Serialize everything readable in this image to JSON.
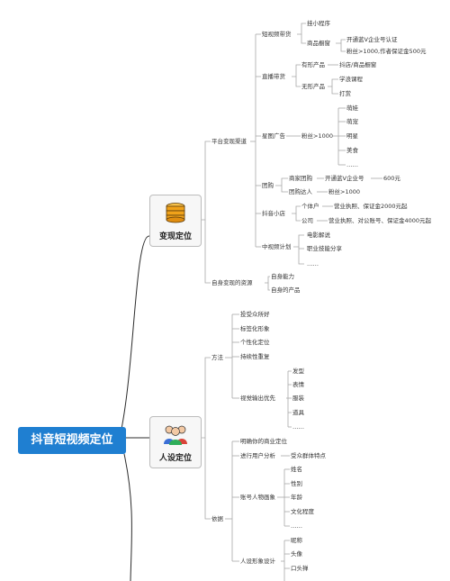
{
  "root": {
    "label": "抖音短视频定位"
  },
  "monetization": {
    "label": "变现定位",
    "icon": "coin-stack-icon",
    "channels": {
      "label": "平台变现渠道",
      "short_video": {
        "label": "短视频带货",
        "mini_program": "挂小程序",
        "showcase": "商品橱窗",
        "showcase_req1": "开通蓝V企业号认证",
        "showcase_req2": "粉丝>1000,作者保证金500元"
      },
      "live": {
        "label": "直播带货",
        "physical": "有形产品",
        "physical_src": "抖店/商品橱窗",
        "intangible": "无形产品",
        "courses": "学浪课程",
        "tips": "打赏"
      },
      "xingtu": {
        "label": "星图广告",
        "fans": "粉丝>1000",
        "types": [
          "萌娃",
          "萌宠",
          "明星",
          "美食",
          "……"
        ]
      },
      "group_buy": {
        "label": "团购",
        "merchant": "商家团购",
        "merchant_req": "开通蓝V企业号",
        "merchant_fee": "600元",
        "expert": "团购达人",
        "expert_req": "粉丝>1000"
      },
      "shop": {
        "label": "抖音小店",
        "individual": "个体户",
        "individual_req": "营业执照、保证金2000元起",
        "company": "公司",
        "company_req": "营业执照、对公账号、保证金4000元起"
      },
      "mid_video": {
        "label": "中视频计划",
        "items": [
          "电影解说",
          "职业技能分享",
          "……"
        ]
      }
    },
    "own_resources": {
      "label": "自身变现的资源",
      "items": [
        "自身能力",
        "自身的产品"
      ]
    }
  },
  "persona": {
    "label": "人设定位",
    "icon": "people-group-icon",
    "method": {
      "label": "方法",
      "items": [
        "投受众所好",
        "标签化形象",
        "个性化定位",
        "持续性重复"
      ],
      "visual": {
        "label": "视觉输出优先",
        "items": [
          "发型",
          "表情",
          "服装",
          "道具",
          "……"
        ]
      }
    },
    "basis": {
      "label": "依据",
      "commercial": "明确你的商业定位",
      "user_analysis": "进行用户分析",
      "user_traits": "受众群体特点",
      "profile": {
        "label": "账号人物画象",
        "items": [
          "姓名",
          "性别",
          "年龄",
          "文化程度",
          "……"
        ]
      },
      "image": {
        "label": "人设形象设计",
        "items": [
          "昵称",
          "头像",
          "口头禅"
        ]
      }
    }
  },
  "colors": {
    "root": "#1f7fd1",
    "line": "#2b2b2b",
    "branch": "#a8a8a8",
    "coin": "#f0a21a"
  }
}
